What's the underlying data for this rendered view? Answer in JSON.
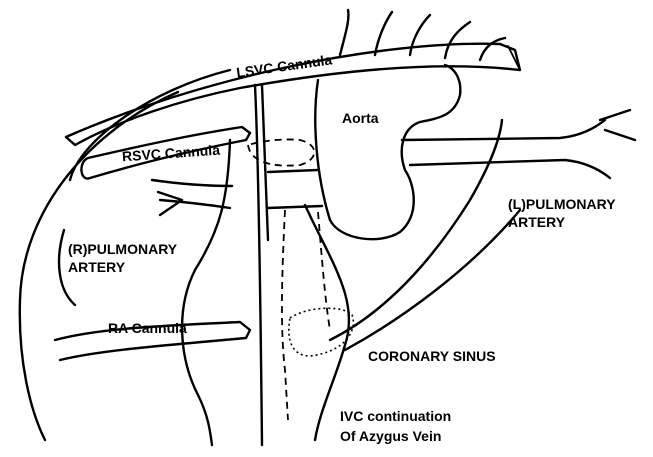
{
  "labels": {
    "lsvc_cannula": "LSVC Cannula",
    "aorta": "Aorta",
    "rsvc_cannula": "RSVC Cannula",
    "l_pulmonary_artery_line1": "(L)PULMONARY",
    "l_pulmonary_artery_line2": "ARTERY",
    "r_pulmonary_artery_line1": "(R)PULMONARY",
    "r_pulmonary_artery_line2": "ARTERY",
    "ra_cannula": "RA Cannula",
    "coronary_sinus": "CORONARY SINUS",
    "ivc_line1": "IVC continuation",
    "ivc_line2": "Of Azygus Vein"
  },
  "colors": {
    "ink": "#000000",
    "background": "#ffffff"
  }
}
